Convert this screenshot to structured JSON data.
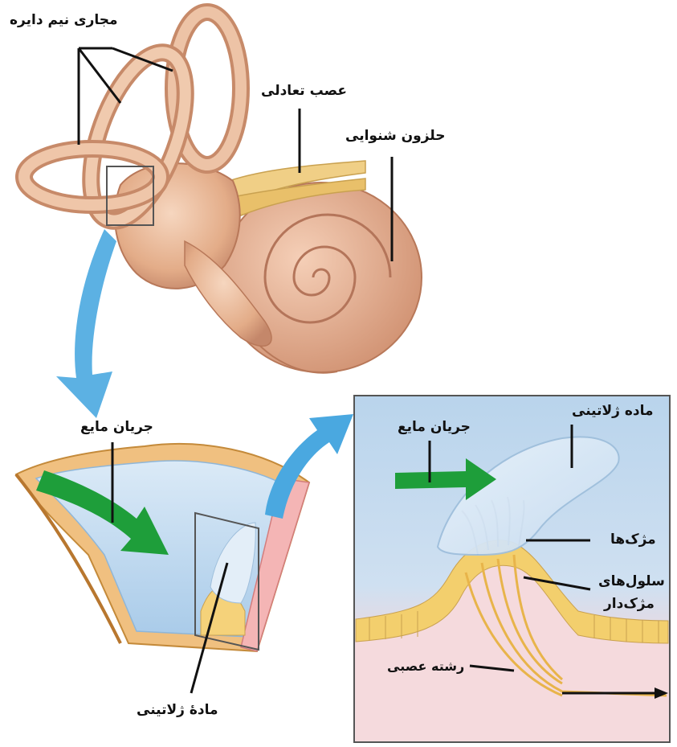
{
  "labels": {
    "semicircular_canals": "مجاری نیم دایره",
    "vestibular_nerve": "عصب تعادلی",
    "cochlea": "حلزون شنوایی",
    "fluid_flow_left": "جریان مایع",
    "gelatinous_bottom": "مادهٔ ژلاتینی",
    "fluid_flow_right": "جریان مایع",
    "gelatinous_right": "ماده ژلاتینی",
    "cilia": "مژک‌ها",
    "hair_cells_line1": "سلول‌های",
    "hair_cells_line2": "مژک‌دار",
    "nerve_fiber": "رشته عصبی"
  },
  "colors": {
    "ear_skin": "#e8b896",
    "ear_dark": "#c98f6b",
    "fluid_blue": "#bcd8ef",
    "arrow_blue": "#4aa8e0",
    "arrow_green": "#1e9e3a",
    "nerve_yellow": "#f1c85a",
    "tissue_pink": "#f3d4d8"
  }
}
